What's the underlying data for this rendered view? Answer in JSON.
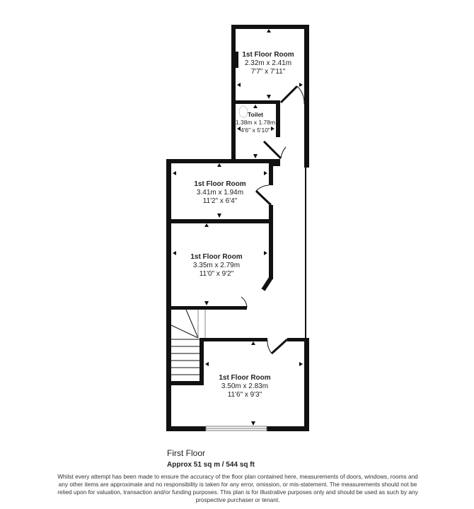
{
  "rooms": [
    {
      "name": "1st Floor Room",
      "metric": "2.32m x 2.41m",
      "imperial": "7'7\" x 7'11\""
    },
    {
      "name": "Toilet",
      "metric": "1.38m x 1.78m",
      "imperial": "4'6\" x 5'10\""
    },
    {
      "name": "1st Floor Room",
      "metric": "3.41m x 1.94m",
      "imperial": "11'2\" x 6'4\""
    },
    {
      "name": "1st Floor Room",
      "metric": "3.35m x 2.79m",
      "imperial": "11'0\" x 9'2\""
    },
    {
      "name": "1st Floor Room",
      "metric": "3.50m x 2.83m",
      "imperial": "11'6\" x 9'3\""
    }
  ],
  "floor_title": "First Floor",
  "floor_area": "Approx 51 sq m / 544 sq ft",
  "disclaimer": "Whilst every attempt has been made to ensure the accuracy of the floor plan contained here, measurements of doors, windows, rooms and any other items are approximate and no responsibility is taken for any error, omission, or mis-statement. The measurements should not be relied upon for valuation, transaction and/or funding purposes. This plan is for illustrative purposes only and should be used as such by any prospective purchaser or tenant.",
  "colors": {
    "wall": "#111111",
    "text": "#222222"
  }
}
